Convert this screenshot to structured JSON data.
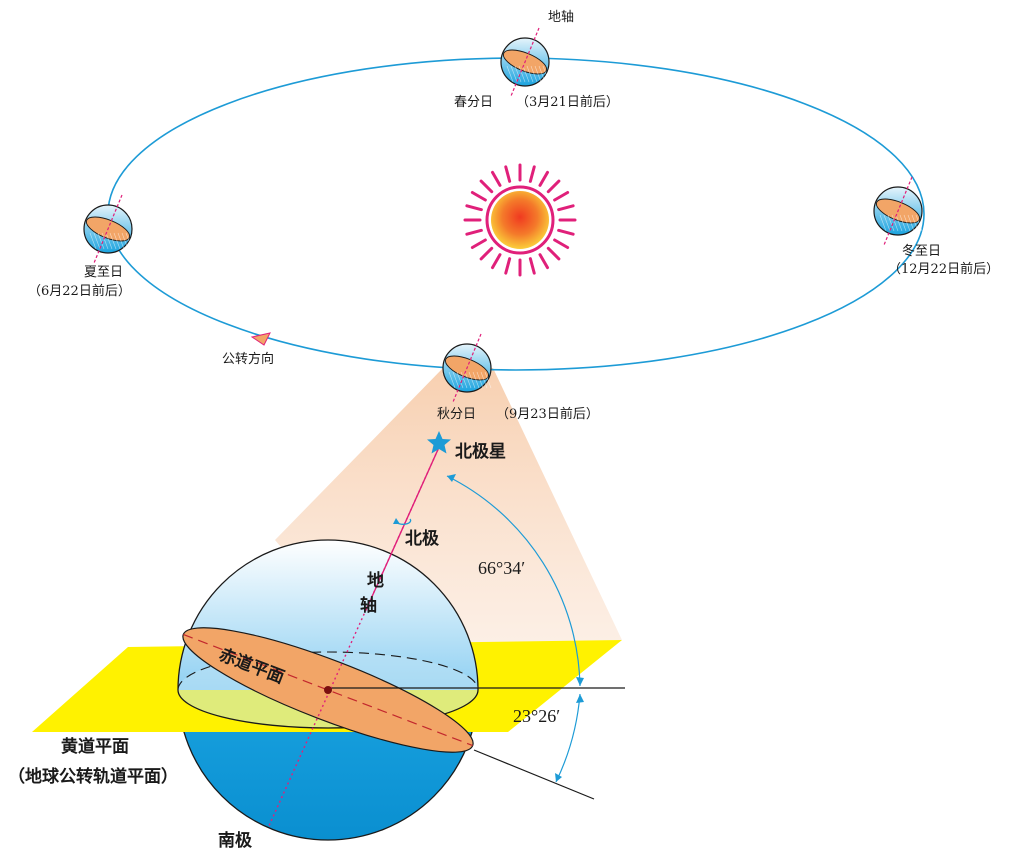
{
  "labels": {
    "axis_top": "地轴",
    "spring_equinox": "春分日",
    "spring_date": "（3月21日前后）",
    "summer_solstice": "夏至日",
    "summer_date": "（6月22日前后）",
    "winter_solstice": "冬至日",
    "winter_date": "（12月22日前后）",
    "autumn_equinox": "秋分日",
    "autumn_date": "（9月23日前后）",
    "revolution_direction": "公转方向",
    "polaris": "北极星",
    "north_pole": "北极",
    "axis_char1": "地",
    "axis_char2": "轴",
    "angle_6634": "66°34′",
    "angle_2326": "23°26′",
    "equatorial_plane": "赤道平面",
    "ecliptic_plane": "黄道平面",
    "ecliptic_plane_note": "（地球公转轨道平面）",
    "south_pole": "南极"
  },
  "colors": {
    "orbit": "#1d9bd6",
    "axis": "#e0207a",
    "ecliptic": "#fff200",
    "equator": "#f2a567",
    "sun_core": "#f05a28",
    "sun_rays": "#e0207a",
    "globe_top": "#d8eefa",
    "globe_bottom": "#1aa3df",
    "polaris": "#1d9bd6",
    "cone": "#f9d7bd"
  }
}
